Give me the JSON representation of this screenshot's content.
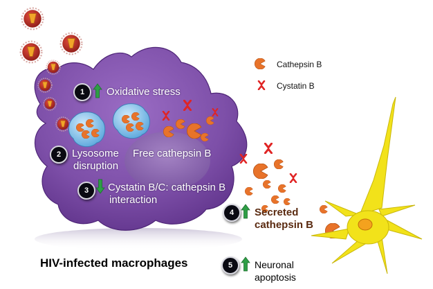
{
  "legend": {
    "cathepsin_b": "Cathepsin B",
    "cystatin_b": "Cystatin B"
  },
  "steps": [
    {
      "number": "1",
      "label": "Oxidative stress",
      "direction": "up"
    },
    {
      "number": "2",
      "label_line1": "Lysosome",
      "label_line2": "disruption"
    },
    {
      "number": "3",
      "label_line1": "Cystatin B/C: cathepsin B",
      "label_line2": "interaction",
      "direction": "down"
    },
    {
      "number": "4",
      "label_line1": "Secreted",
      "label_line2": "cathepsin B",
      "direction": "up"
    },
    {
      "number": "5",
      "label_line1": "Neuronal",
      "label_line2": "apoptosis",
      "direction": "up"
    }
  ],
  "free_cathepsin": "Free cathepsin B",
  "macrophage_label": "HIV-infected macrophages",
  "colors": {
    "cell": "#7d4fa8",
    "cell_dark": "#5b2f86",
    "cathepsin": "#e8732a",
    "cystatin": "#e02424",
    "virus": "#c0302a",
    "neuron": "#f2e21a",
    "arrow_up": "#2e9e46",
    "lysosome": "#8cc6ee"
  }
}
